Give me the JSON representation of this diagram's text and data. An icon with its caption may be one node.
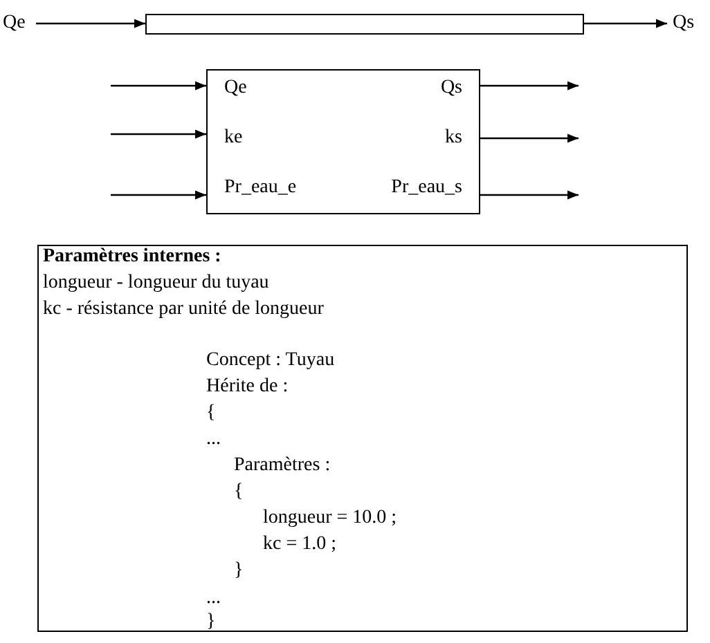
{
  "diagram": {
    "nodes": [
      {
        "text": [
          "Qe"
        ]
      },
      {
        "text": [],
        "shape": "bar"
      },
      {
        "text": [
          "Qs"
        ]
      },
      {
        "text": [
          "Qe",
          "ke",
          "Pr_eau_e",
          "Qs",
          "ks",
          "Pr_eau_s"
        ]
      },
      {
        "text": [
          "Paramètres internes :",
          "longueur - longueur du tuyau",
          "kc - résistance par unité de longueur",
          "Concept : Tuyau",
          "Hérite de :",
          "{",
          "...",
          "Paramètres :",
          "{",
          "longueur = 10.0 ;",
          "kc = 1.0 ;",
          "}",
          "...",
          "}"
        ]
      }
    ],
    "edges": [
      {
        "from": 0,
        "to": 1,
        "arrow": "to"
      },
      {
        "from": 1,
        "to": 2,
        "arrow": "to"
      },
      {
        "from": null,
        "to": 3,
        "arrow": "to"
      },
      {
        "from": null,
        "to": 3,
        "arrow": "to"
      },
      {
        "from": null,
        "to": 3,
        "arrow": "to"
      },
      {
        "from": 3,
        "to": null,
        "arrow": "to"
      },
      {
        "from": 3,
        "to": null,
        "arrow": "to"
      },
      {
        "from": 3,
        "to": null,
        "arrow": "to"
      }
    ]
  }
}
